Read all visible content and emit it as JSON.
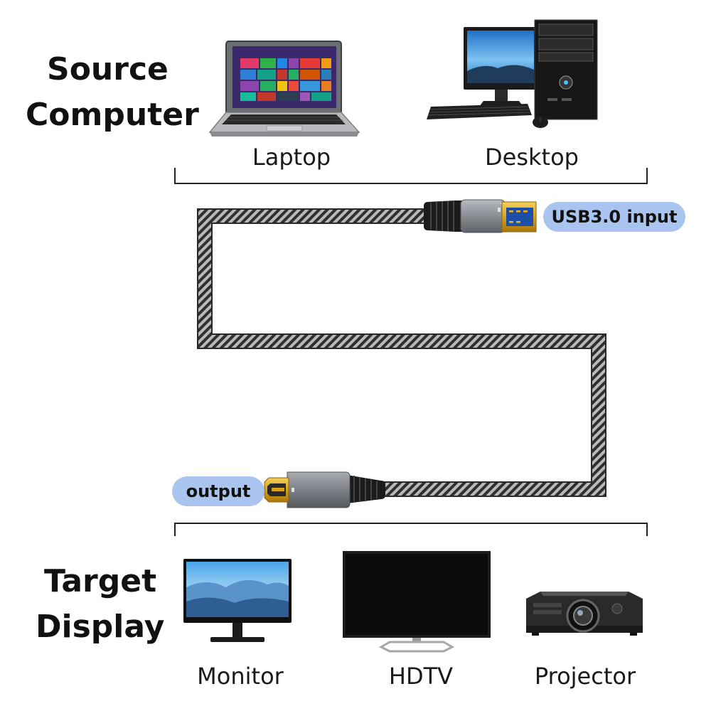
{
  "source": {
    "heading_line1": "Source",
    "heading_line2": "Computer",
    "devices": [
      {
        "label": "Laptop",
        "icon": "laptop-icon"
      },
      {
        "label": "Desktop",
        "icon": "desktop-computer-icon"
      }
    ]
  },
  "cable": {
    "input_label": "USB3.0 input",
    "output_label": "output",
    "input_connector_icon": "usb-a-connector-icon",
    "output_connector_icon": "hdmi-connector-icon"
  },
  "target": {
    "heading_line1": "Target",
    "heading_line2": "Display",
    "devices": [
      {
        "label": "Monitor",
        "icon": "monitor-icon"
      },
      {
        "label": "HDTV",
        "icon": "hdtv-icon"
      },
      {
        "label": "Projector",
        "icon": "projector-icon"
      }
    ]
  },
  "colors": {
    "pill": "#a9c4ee",
    "bracket": "#222222",
    "cable": "#3a3a3a",
    "connector_metal": "#8d9096",
    "gold": "#d9a21a"
  }
}
